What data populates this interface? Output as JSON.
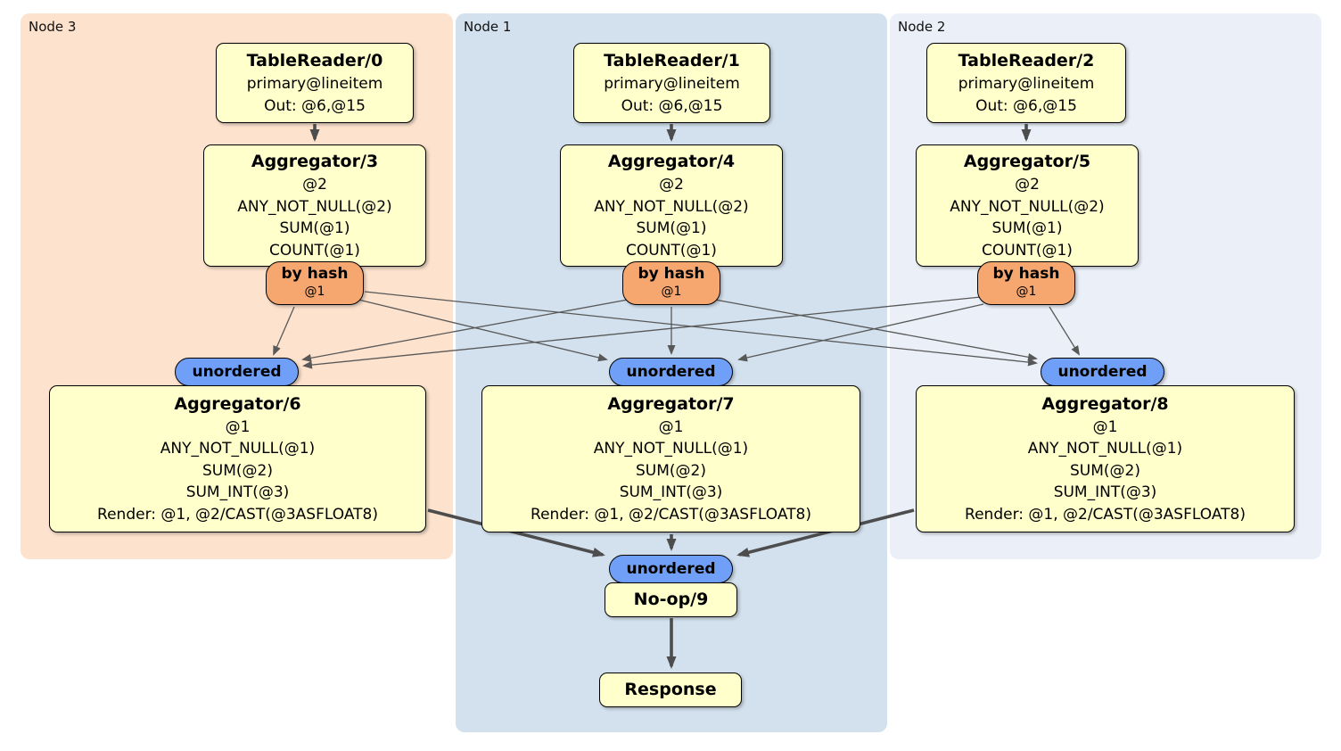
{
  "colors": {
    "node3-bg": "#fde2cd",
    "node1-bg": "#d3e1ee",
    "node2-bg": "#ebf0f8",
    "box-bg": "#ffffcc",
    "router-bg": "#f6a66f",
    "sync-bg": "#6f9ff6",
    "edge-thin": "#585858",
    "edge-thick": "#4d4d4d",
    "shape-border": "#000000"
  },
  "containers": [
    {
      "label": "Node 3"
    },
    {
      "label": "Node 1"
    },
    {
      "label": "Node 2"
    }
  ],
  "processors": {
    "tr0": {
      "title": "TableReader/0",
      "lines": [
        "primary@lineitem",
        "Out: @6,@15"
      ]
    },
    "tr1": {
      "title": "TableReader/1",
      "lines": [
        "primary@lineitem",
        "Out: @6,@15"
      ]
    },
    "tr2": {
      "title": "TableReader/2",
      "lines": [
        "primary@lineitem",
        "Out: @6,@15"
      ]
    },
    "agg3": {
      "title": "Aggregator/3",
      "lines": [
        "@2",
        "ANY_NOT_NULL(@2)",
        "SUM(@1)",
        "COUNT(@1)"
      ]
    },
    "agg4": {
      "title": "Aggregator/4",
      "lines": [
        "@2",
        "ANY_NOT_NULL(@2)",
        "SUM(@1)",
        "COUNT(@1)"
      ]
    },
    "agg5": {
      "title": "Aggregator/5",
      "lines": [
        "@2",
        "ANY_NOT_NULL(@2)",
        "SUM(@1)",
        "COUNT(@1)"
      ]
    },
    "agg6": {
      "title": "Aggregator/6",
      "lines": [
        "@1",
        "ANY_NOT_NULL(@1)",
        "SUM(@2)",
        "SUM_INT(@3)",
        "Render: @1, @2/CAST(@3ASFLOAT8)"
      ]
    },
    "agg7": {
      "title": "Aggregator/7",
      "lines": [
        "@1",
        "ANY_NOT_NULL(@1)",
        "SUM(@2)",
        "SUM_INT(@3)",
        "Render: @1, @2/CAST(@3ASFLOAT8)"
      ]
    },
    "agg8": {
      "title": "Aggregator/8",
      "lines": [
        "@1",
        "ANY_NOT_NULL(@1)",
        "SUM(@2)",
        "SUM_INT(@3)",
        "Render: @1, @2/CAST(@3ASFLOAT8)"
      ]
    },
    "noop9": {
      "title": "No-op/9"
    },
    "response": {
      "title": "Response"
    }
  },
  "routers": [
    {
      "label": "by hash",
      "detail": "@1"
    },
    {
      "label": "by hash",
      "detail": "@1"
    },
    {
      "label": "by hash",
      "detail": "@1"
    }
  ],
  "synchronizers": [
    {
      "label": "unordered"
    },
    {
      "label": "unordered"
    },
    {
      "label": "unordered"
    },
    {
      "label": "unordered"
    }
  ]
}
